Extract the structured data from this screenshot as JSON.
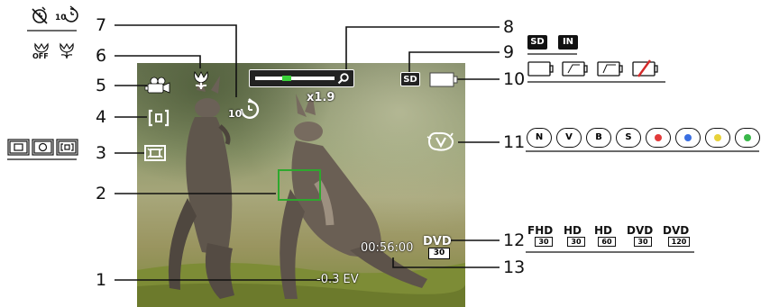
{
  "callouts": [
    {
      "num": "1",
      "meaning": "exposure-compensation"
    },
    {
      "num": "2",
      "meaning": "focus-frame"
    },
    {
      "num": "3",
      "meaning": "metering"
    },
    {
      "num": "4",
      "meaning": "continuous-af"
    },
    {
      "num": "5",
      "meaning": "movie-mode"
    },
    {
      "num": "6",
      "meaning": "macro"
    },
    {
      "num": "7",
      "meaning": "self-timer"
    },
    {
      "num": "8",
      "meaning": "zoom-bar"
    },
    {
      "num": "9",
      "meaning": "memory-card"
    },
    {
      "num": "10",
      "meaning": "battery"
    },
    {
      "num": "11",
      "meaning": "color-effect"
    },
    {
      "num": "12",
      "meaning": "video-size"
    },
    {
      "num": "13",
      "meaning": "recordable-time"
    }
  ],
  "overlay": {
    "zoom": "x1.9",
    "storage": "SD",
    "ev": "-0.3 EV",
    "time": "00:56:00",
    "timer": "10",
    "video": {
      "top": "DVD",
      "bottom": "30"
    }
  },
  "side": {
    "timer_label": "10",
    "macro_off_label": "OFF",
    "storage": [
      "SD",
      "IN"
    ],
    "effects": [
      "N",
      "V",
      "B",
      "S",
      "",
      "",
      "",
      ""
    ],
    "video_sizes": [
      {
        "top": "FHD",
        "bottom": "30"
      },
      {
        "top": "HD",
        "bottom": "30"
      },
      {
        "top": "HD",
        "bottom": "60"
      },
      {
        "top": "DVD",
        "bottom": "30"
      },
      {
        "top": "DVD",
        "bottom": "120"
      }
    ]
  },
  "colors": {
    "focus": "#2ea82e",
    "zoom_fill": "#3ad13a",
    "bg": "#ffffff",
    "ink": "#111111"
  }
}
